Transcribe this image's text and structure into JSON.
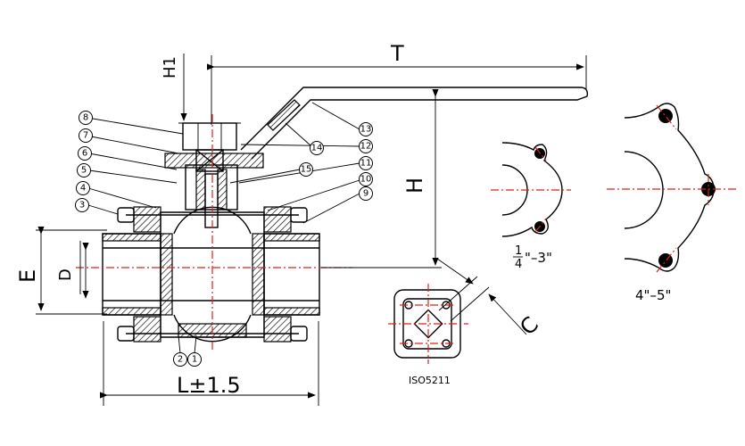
{
  "dimensions": {
    "T": "T",
    "H": "H",
    "H1": "H1",
    "E": "E",
    "D": "D",
    "L": "L±1.5",
    "C": "C"
  },
  "size_ranges": {
    "small": {
      "numerator": "1",
      "denominator": "4",
      "rest": "\"–3\""
    },
    "large": "4\"–5\""
  },
  "mounting_pad_caption": "ISO5211",
  "part_numbers": [
    "8",
    "7",
    "6",
    "5",
    "4",
    "3",
    "13",
    "12",
    "14",
    "15",
    "11",
    "10",
    "9",
    "2",
    "1"
  ],
  "colors": {
    "line": "#000000",
    "centerline": "#e0201a"
  }
}
